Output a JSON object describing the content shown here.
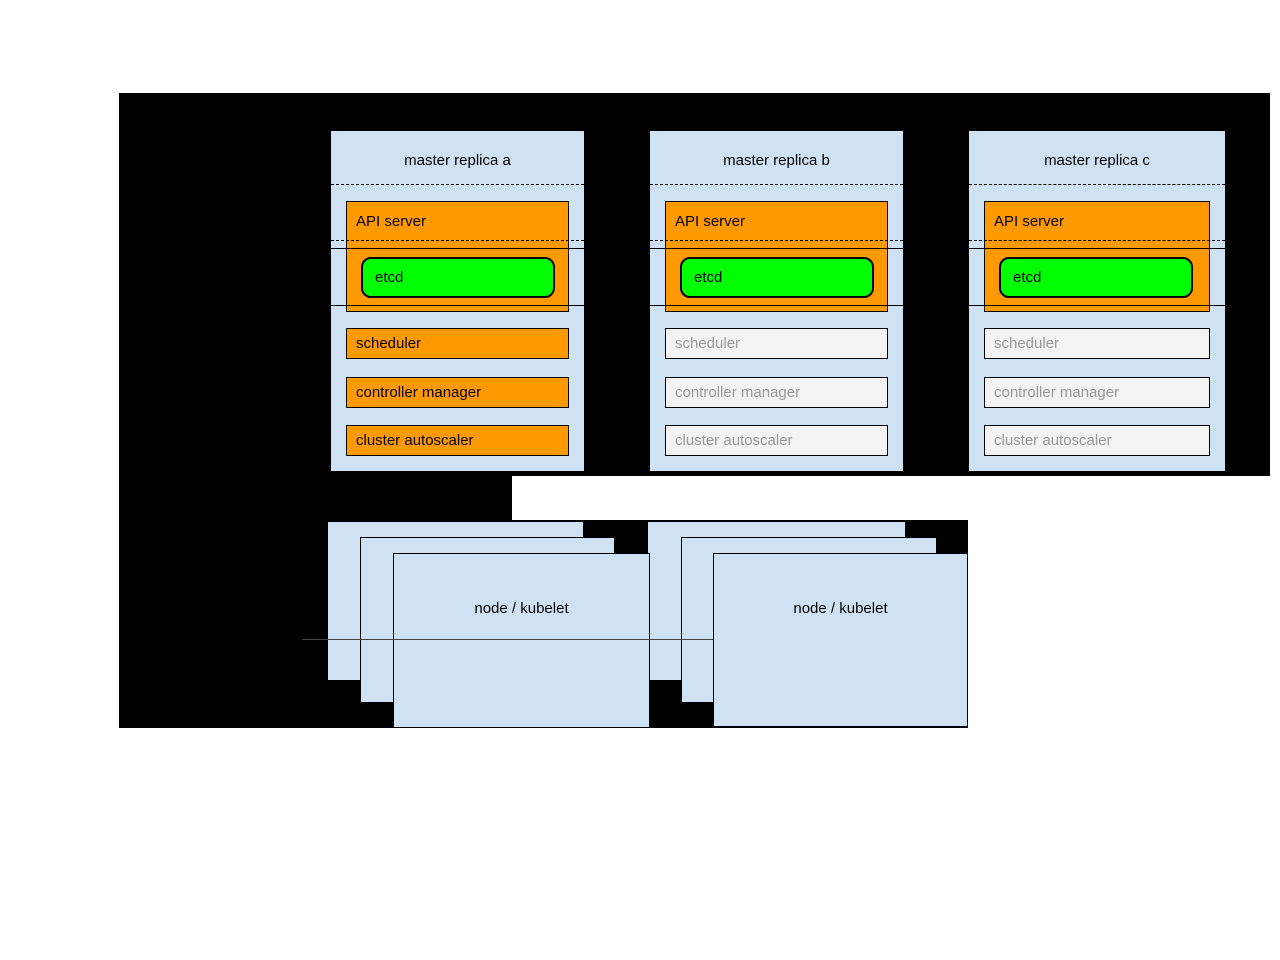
{
  "diagram": {
    "replicas": [
      {
        "title": "master replica a",
        "state": "active",
        "api_server_label": "API server",
        "etcd_label": "etcd",
        "scheduler_label": "scheduler",
        "controller_manager_label": "controller manager",
        "cluster_autoscaler_label": "cluster autoscaler"
      },
      {
        "title": "master replica b",
        "state": "standby",
        "api_server_label": "API server",
        "etcd_label": "etcd",
        "scheduler_label": "scheduler",
        "controller_manager_label": "controller manager",
        "cluster_autoscaler_label": "cluster autoscaler"
      },
      {
        "title": "master replica c",
        "state": "standby",
        "api_server_label": "API server",
        "etcd_label": "etcd",
        "scheduler_label": "scheduler",
        "controller_manager_label": "controller manager",
        "cluster_autoscaler_label": "cluster autoscaler"
      }
    ],
    "node_groups": [
      {
        "label": "node / kubelet"
      },
      {
        "label": "node / kubelet"
      }
    ],
    "colors": {
      "background_black": "#000000",
      "panel_blue": "#cfe2f3",
      "active_orange": "#ff9900",
      "etcd_green": "#00ff00",
      "inactive_fill": "#f3f3f3",
      "inactive_text": "#999999",
      "connector_line_gray": "#434343"
    }
  }
}
